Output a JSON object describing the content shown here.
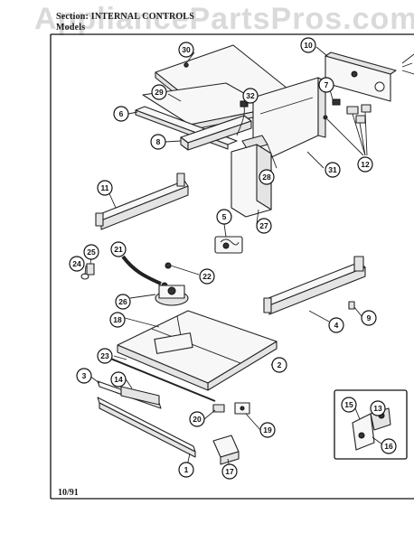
{
  "header": {
    "section_text": "Section:  INTERNAL CONTROLS",
    "models_text": "Models"
  },
  "watermark": "AppliancePartsPros.com",
  "footer": {
    "date": "10/91"
  },
  "callouts": [
    "30",
    "10",
    "29",
    "32",
    "7",
    "6",
    "8",
    "28",
    "31",
    "12",
    "11",
    "27",
    "5",
    "21",
    "25",
    "24",
    "22",
    "26",
    "18",
    "23",
    "4",
    "9",
    "2",
    "3",
    "14",
    "20",
    "19",
    "15",
    "13",
    "16",
    "17",
    "1"
  ]
}
